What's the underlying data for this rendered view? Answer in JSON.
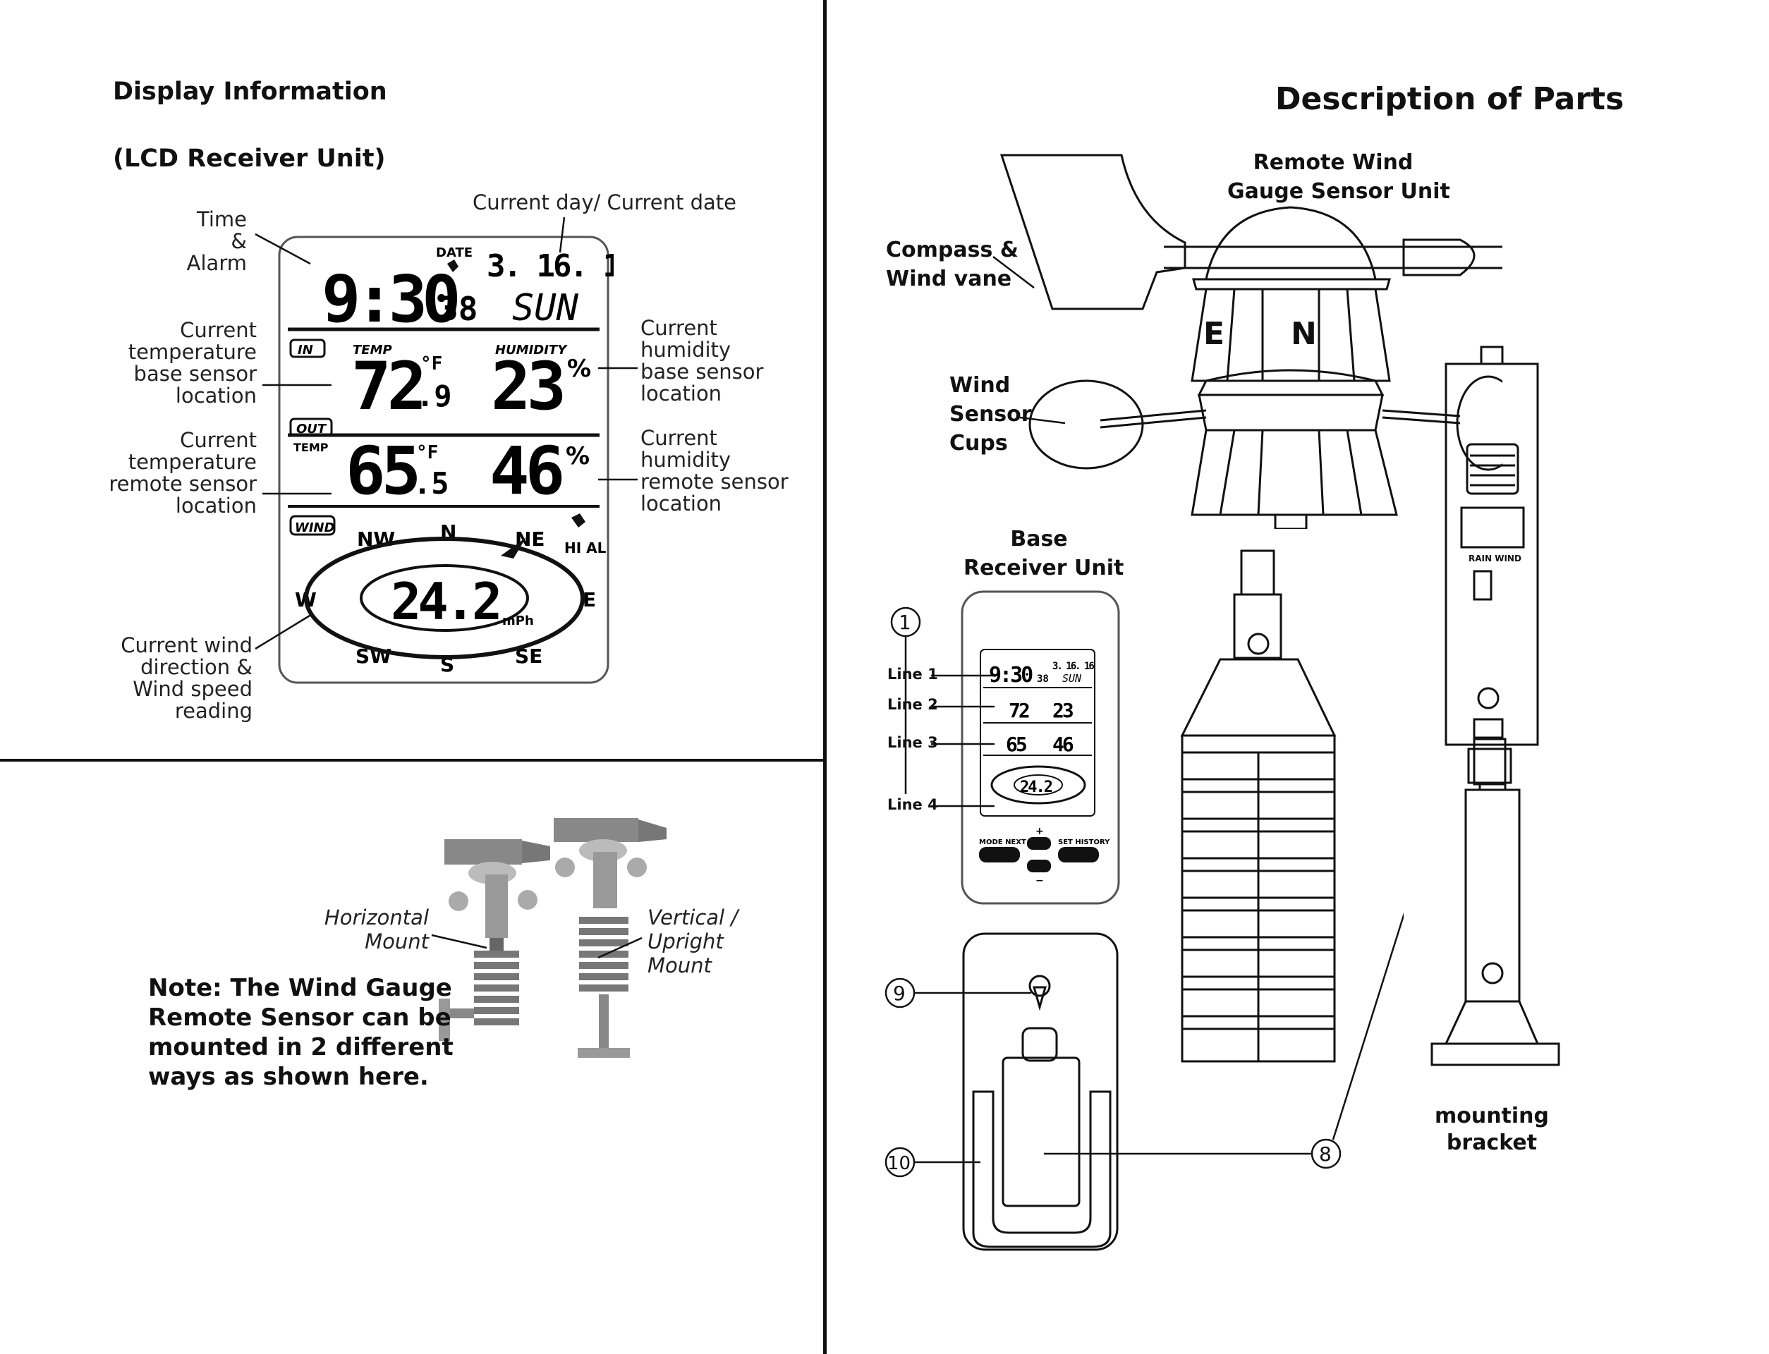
{
  "left": {
    "title": "Display Information",
    "subtitle": "(LCD Receiver Unit)",
    "lcd": {
      "time_main": "9:30",
      "time_seconds": "38",
      "date_label": "DATE",
      "date": "3. 16. 16",
      "day": "SUN",
      "in_badge": "IN",
      "temp_label": "TEMP",
      "humidity_label": "HUMIDITY",
      "in_temp": "72",
      "in_temp_decimal": ".9",
      "in_humidity": "23",
      "out_badge": "OUT",
      "out_temp_label": "TEMP",
      "out_temp": "65",
      "out_temp_decimal": ".5",
      "out_humidity": "46",
      "degree_unit": "°F",
      "percent": "%",
      "wind_badge": "WIND",
      "compass": [
        "NW",
        "N",
        "NE",
        "W",
        "E",
        "SW",
        "S",
        "SE"
      ],
      "wind_speed": "24.2",
      "speed_unit": "mPh",
      "hi_al": "HI AL"
    },
    "callouts": {
      "current_date": "Current day/ Current date",
      "time_alarm": "Time\n&\nAlarm",
      "temp_base": "Current\ntemperature\nbase sensor\nlocation",
      "temp_remote": "Current\ntemperature\nremote sensor\nlocation",
      "wind": "Current wind\ndirection &\nWind speed\nreading",
      "humidity_base": "Current\nhumidity\nbase sensor\nlocation",
      "humidity_remote": "Current\nhumidity\nremote sensor\nlocation"
    },
    "mount": {
      "horizontal": "Horizontal\nMount",
      "vertical": "Vertical /\nUpright\nMount",
      "note": "Note: The Wind Gauge\nRemote Sensor can be\nmounted in 2 different\nways as shown here."
    }
  },
  "right": {
    "title": "Description of Parts",
    "remote_sensor": "Remote Wind\nGauge Sensor Unit",
    "compass_vane": "Compass &\nWind vane",
    "cups": "Wind\nSensor\nCups",
    "base_receiver": "Base\nReceiver Unit",
    "vane_letters": [
      "E",
      "N"
    ],
    "lines": [
      "Line 1",
      "Line 2",
      "Line 3",
      "Line 4"
    ],
    "numbers": [
      "1",
      "9",
      "10",
      "8"
    ],
    "buttons": [
      "MODE NEXT",
      "SET HISTORY"
    ],
    "plus_minus": [
      "+",
      "−"
    ],
    "mini_lcd": {
      "time": "9:30",
      "sec": "38",
      "date": "3. 16. 16",
      "day": "SUN",
      "t1": "72",
      "h1": "23",
      "t2": "65",
      "h2": "46",
      "wind": "24.2"
    },
    "transmitter_label": "RAIN WIND",
    "mounting_bracket": "mounting\nbracket"
  }
}
